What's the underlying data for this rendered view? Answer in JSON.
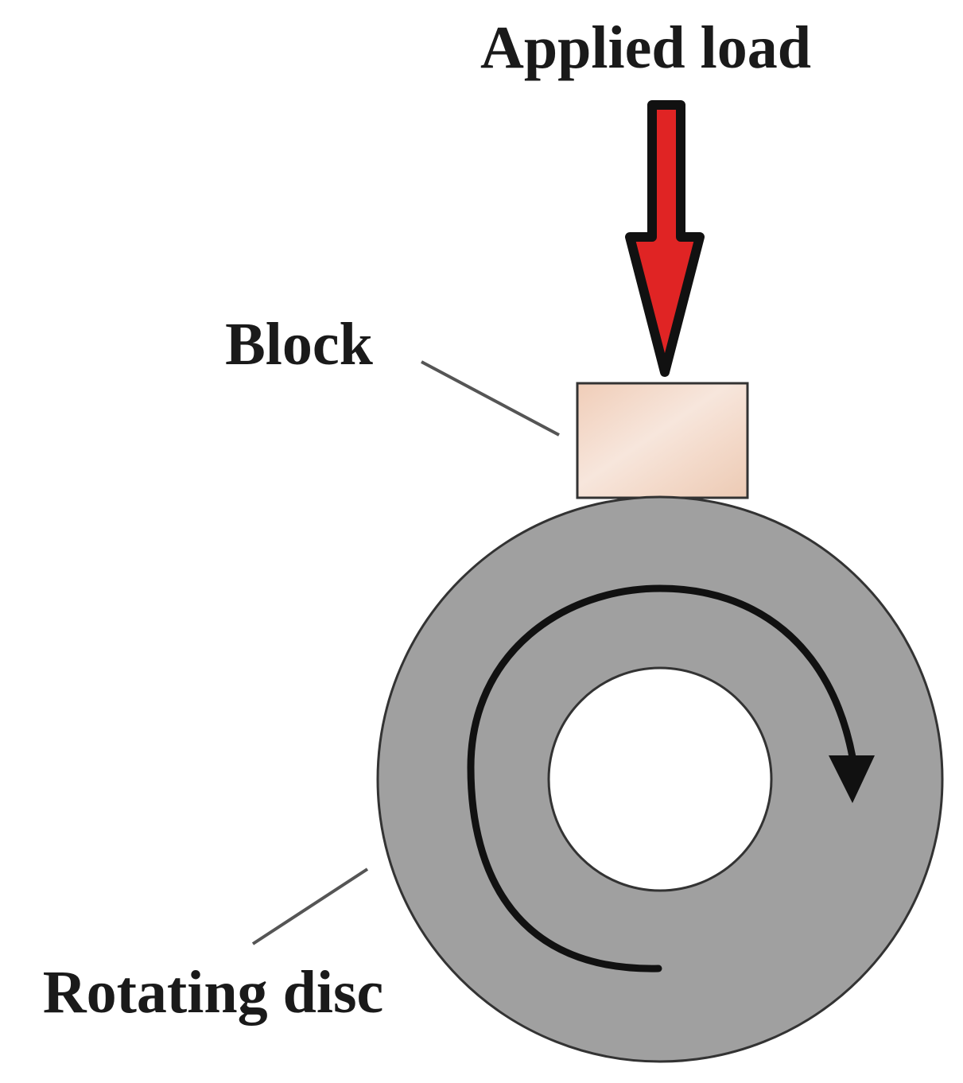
{
  "labels": {
    "applied_load": "Applied load",
    "block": "Block",
    "rotating_disc": "Rotating disc"
  },
  "colors": {
    "background": "#ffffff",
    "load_arrow_fill": "#e02424",
    "outline": "#111111",
    "block_fill": "#f5ddd0",
    "disc_fill": "#a0a0a0",
    "disc_hole": "#ffffff",
    "leader_line": "#555555",
    "rotation_arrow": "#111111",
    "text": "#1a1a1a"
  },
  "icons": {
    "load_arrow": "down-arrow-icon",
    "rotation": "clockwise-rotation-icon"
  }
}
